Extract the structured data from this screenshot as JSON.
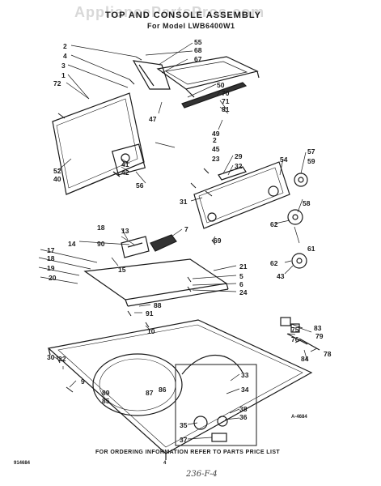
{
  "watermark": "AppliancePartsPros.com",
  "title": "TOP AND CONSOLE ASSEMBLY",
  "subtitle": "For Model LWB6400W1",
  "footer": "FOR ORDERING INFORMATION REFER TO PARTS PRICE LIST",
  "doc_code": "914684",
  "page_number": "4",
  "diagram_code": "A-4684",
  "handwritten": "236-F-4",
  "callouts": [
    "2",
    "4",
    "3",
    "1",
    "72",
    "55",
    "68",
    "67",
    "50",
    "70",
    "71",
    "81",
    "47",
    "49",
    "2",
    "45",
    "52",
    "40",
    "41",
    "42",
    "56",
    "23",
    "29",
    "32",
    "54",
    "57",
    "59",
    "31",
    "58",
    "62",
    "69",
    "61",
    "7",
    "13",
    "18",
    "14",
    "90",
    "17",
    "18",
    "19",
    "20",
    "15",
    "21",
    "5",
    "6",
    "24",
    "62",
    "43",
    "88",
    "91",
    "10",
    "83",
    "79",
    "75",
    "76",
    "84",
    "78",
    "30",
    "22",
    "9",
    "33",
    "34",
    "89",
    "87",
    "86",
    "85",
    "38",
    "36",
    "35",
    "37"
  ]
}
